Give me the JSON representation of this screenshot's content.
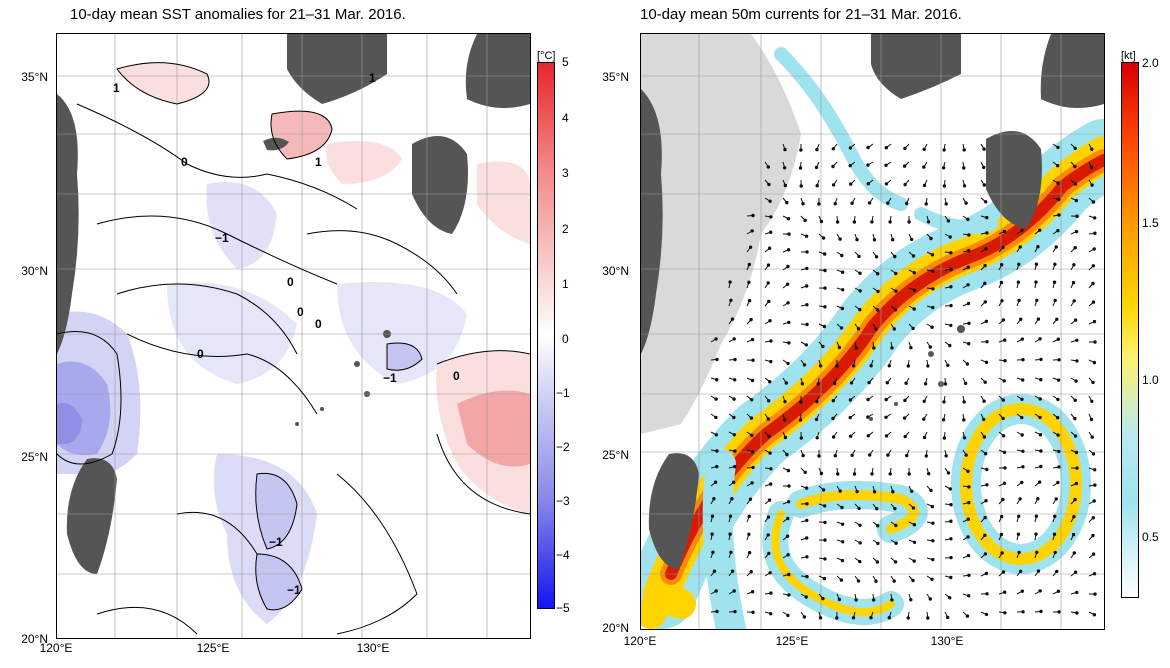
{
  "left_panel": {
    "title": "10-day mean SST anomalies for 21–31 Mar. 2016.",
    "unit": "[°C]",
    "colorbar_ticks": [
      "5",
      "4",
      "3",
      "2",
      "1",
      "0",
      "−1",
      "−2",
      "−3",
      "−4",
      "−5"
    ],
    "contour_labels": [
      "1",
      "1",
      "1",
      "0",
      "−1",
      "0",
      "0",
      "0",
      "0",
      "−1",
      "0",
      "−1",
      "−1"
    ]
  },
  "right_panel": {
    "title": "10-day mean 50m currents for 21–31 Mar. 2016.",
    "unit": "[kt]",
    "colorbar_ticks": [
      "2.0",
      "1.5",
      "1.0",
      "0.5"
    ]
  },
  "lat_labels": [
    "35°N",
    "30°N",
    "25°N",
    "20°N"
  ],
  "lon_labels": [
    "120°E",
    "125°E",
    "130°E"
  ],
  "colors": {
    "land": "#555555",
    "shelf": "#d9d9d9",
    "warm": "#f4a6a6",
    "cold": "#8f8fe6",
    "current_strong": "#d81b00",
    "current_mid": "#ffd400",
    "current_weak": "#9fe3ee"
  }
}
